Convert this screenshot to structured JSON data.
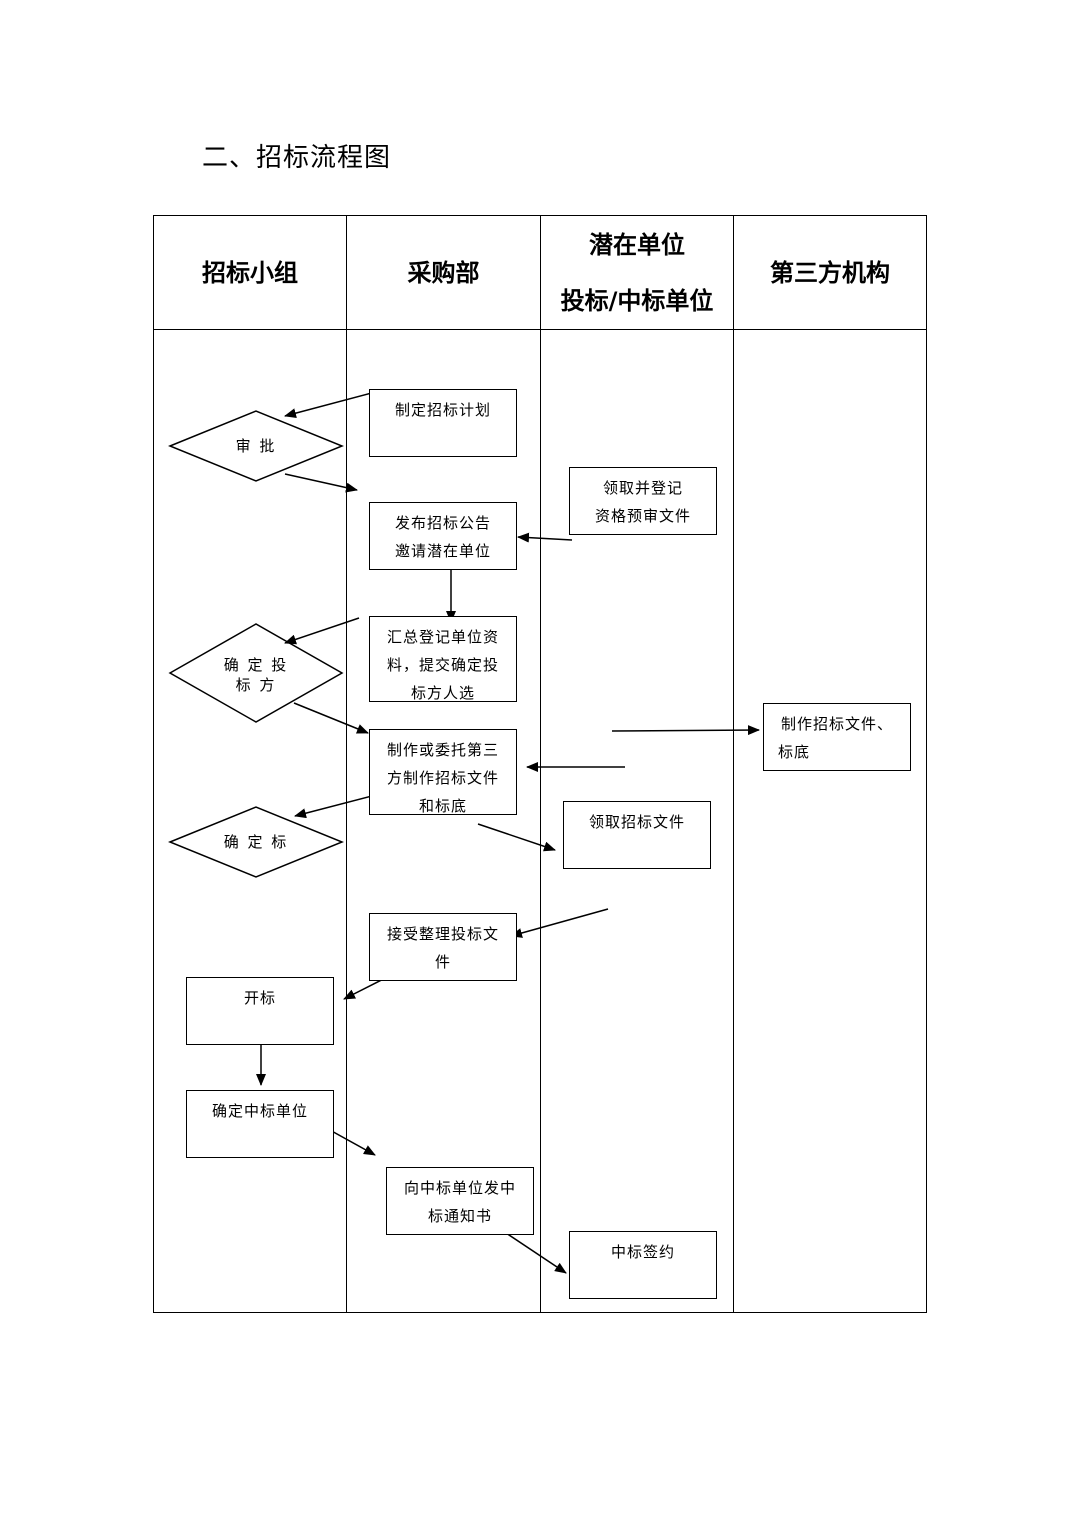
{
  "page_title": "二、招标流程图",
  "lanes": [
    "招标小组",
    "采购部",
    "潜在单位",
    "投标/中标单位",
    "第三方机构"
  ],
  "nodes": {
    "plan": [
      "制定招标计划"
    ],
    "approve": "审    批",
    "collect_prequal": [
      "领取并登记",
      "资格预审文件"
    ],
    "publish": [
      "发布招标公告",
      "邀请潜在单位"
    ],
    "summarize": [
      "汇总登记单位资",
      "料，提交确定投",
      "标方人选"
    ],
    "confirm_bidder": [
      "确 定 投",
      "标 方"
    ],
    "make_docs": [
      "制作或委托第三",
      "方制作招标文件",
      "和标底"
    ],
    "third_party_docs": [
      "制作招标文件、",
      "标底"
    ],
    "confirm_tender": "确 定 标",
    "collect_docs": [
      "领取招标文件"
    ],
    "receive_bids": [
      "接受整理投标文",
      "件"
    ],
    "open_bids": [
      "开标"
    ],
    "confirm_winner": [
      "确定中标单位"
    ],
    "notify_winner": [
      "向中标单位发中",
      "标通知书"
    ],
    "sign": [
      "中标签约"
    ]
  }
}
